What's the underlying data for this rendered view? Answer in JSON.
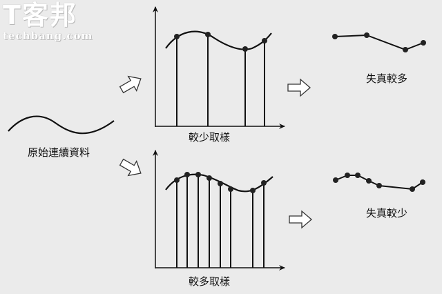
{
  "logo": {
    "chinese": "T客邦",
    "domain": "techbang.com"
  },
  "labels": {
    "original": "原始連續資料",
    "less_sampling": "較少取樣",
    "more_sampling": "較多取樣",
    "more_distortion": "失真較多",
    "less_distortion": "失真較少"
  }
}
